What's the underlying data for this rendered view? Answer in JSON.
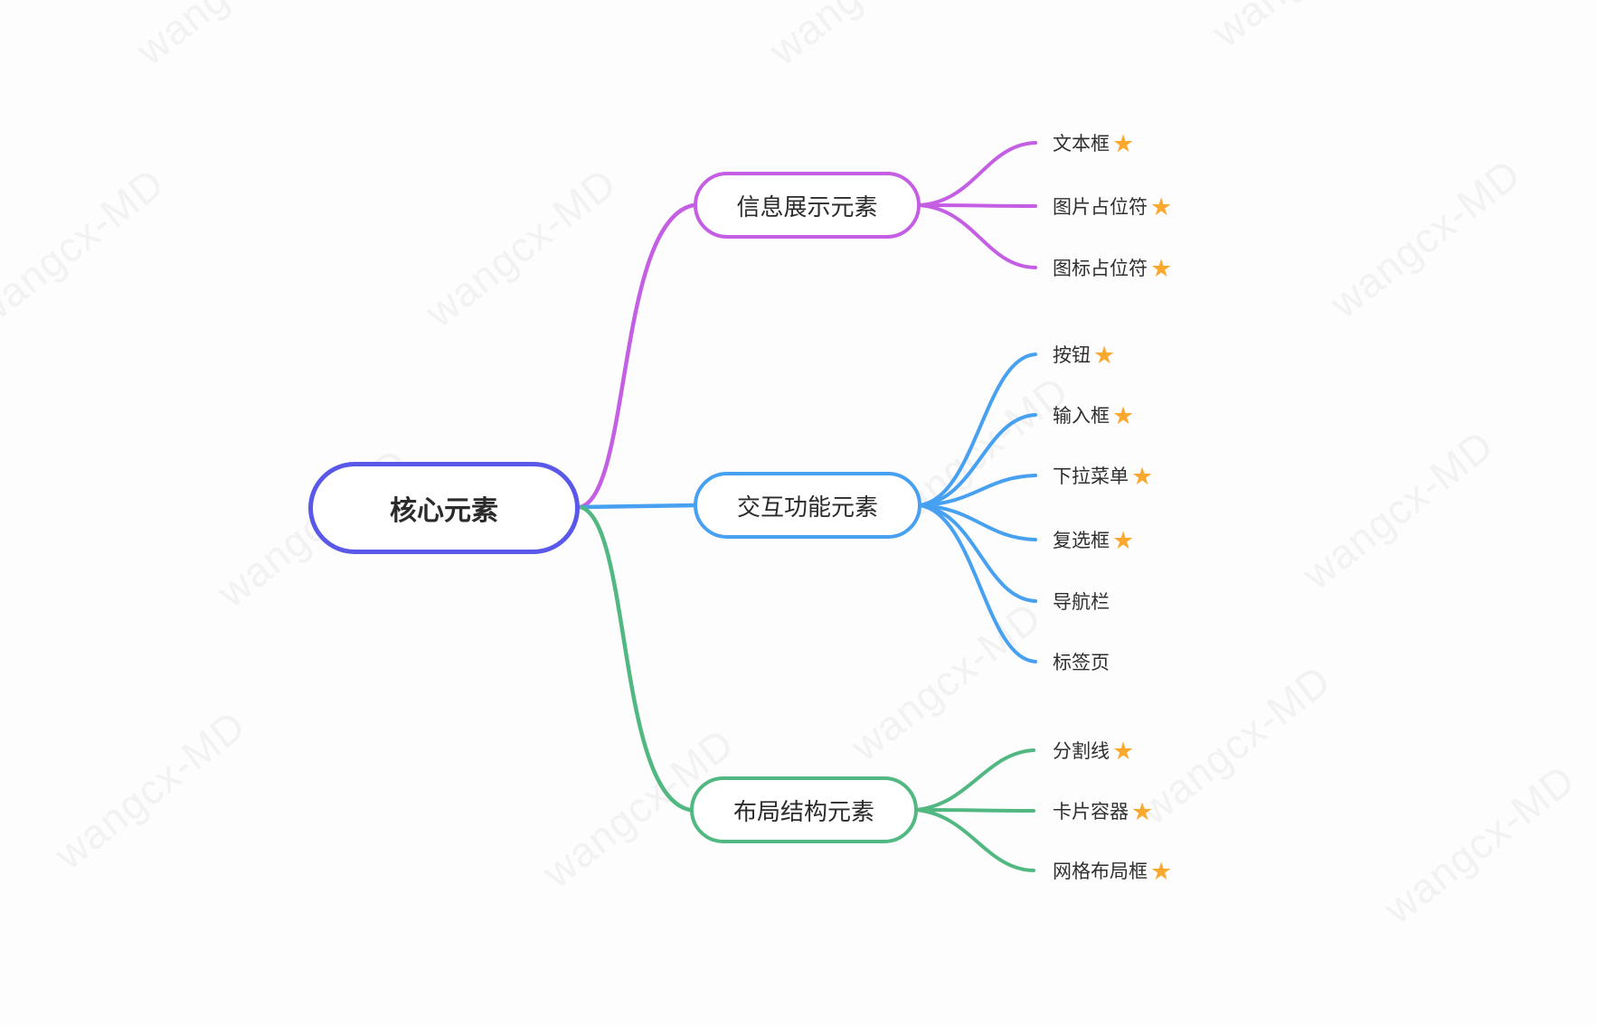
{
  "canvas": {
    "background": "#fdfdfd"
  },
  "watermark": {
    "text": "wangcx-MD"
  },
  "star": {
    "glyph": "★",
    "color": "#FBA82F"
  },
  "mindmap": {
    "root": {
      "label": "核心元素",
      "color": "#5A58E8"
    },
    "branches": [
      {
        "label": "信息展示元素",
        "color": "#C45FE3",
        "children": [
          {
            "label": "文本框",
            "star": true
          },
          {
            "label": "图片占位符",
            "star": true
          },
          {
            "label": "图标占位符",
            "star": true
          }
        ]
      },
      {
        "label": "交互功能元素",
        "color": "#47A0F0",
        "children": [
          {
            "label": "按钮",
            "star": true
          },
          {
            "label": "输入框",
            "star": true
          },
          {
            "label": "下拉菜单",
            "star": true
          },
          {
            "label": "复选框",
            "star": true
          },
          {
            "label": "导航栏",
            "star": false
          },
          {
            "label": "标签页",
            "star": false
          }
        ]
      },
      {
        "label": "布局结构元素",
        "color": "#52B882",
        "children": [
          {
            "label": "分割线",
            "star": true
          },
          {
            "label": "卡片容器",
            "star": true
          },
          {
            "label": "网格布局框",
            "star": true
          }
        ]
      }
    ]
  }
}
